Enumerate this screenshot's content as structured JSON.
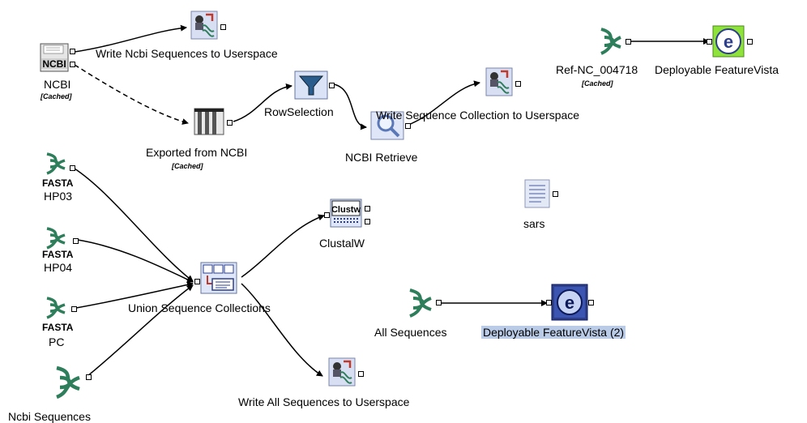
{
  "colors": {
    "wire": "#000000",
    "dna_helix": "#2e7d5b",
    "selection_highlight": "#b9cbe6",
    "featurevista_blue": "#2d3f8c",
    "featurevista_green": "#8fe23a"
  },
  "nodes": {
    "ncbi": {
      "icon": "ncbi-database-icon",
      "badge": "NCBI",
      "label": "NCBI",
      "sub": "[Cached]"
    },
    "write_ncbi": {
      "icon": "write-to-userspace-icon",
      "label": "Write Ncbi Sequences to Userspace"
    },
    "exported": {
      "icon": "table-columns-icon",
      "label": "Exported from NCBI",
      "sub": "[Cached]"
    },
    "rowselection": {
      "icon": "filter-funnel-icon",
      "label": "RowSelection"
    },
    "ncbi_retrieve": {
      "icon": "retrieve-magnifier-icon",
      "label": "NCBI Retrieve"
    },
    "write_seqcoll": {
      "icon": "write-to-userspace-icon",
      "label": "Write Sequence Collection to Userspace"
    },
    "ref_nc": {
      "icon": "dna-helix-icon",
      "label": "Ref-NC_004718",
      "sub": "[Cached]"
    },
    "fv1": {
      "icon": "featurevista-e-icon",
      "label": "Deployable FeatureVista"
    },
    "sars": {
      "icon": "document-list-icon",
      "label": "sars"
    },
    "hp03": {
      "icon": "dna-helix-icon",
      "fasta": "FASTA",
      "label": "HP03"
    },
    "hp04": {
      "icon": "dna-helix-icon",
      "fasta": "FASTA",
      "label": "HP04"
    },
    "pc": {
      "icon": "dna-helix-icon",
      "fasta": "FASTA",
      "label": "PC"
    },
    "ncbi_seqs": {
      "icon": "dna-helix-icon",
      "label": "Ncbi Sequences"
    },
    "union": {
      "icon": "union-collections-icon",
      "label": "Union Sequence Collections"
    },
    "clustalw": {
      "icon": "clustalw-icon",
      "badge": "Clustw",
      "label": "ClustalW"
    },
    "write_all": {
      "icon": "write-to-userspace-icon",
      "label": "Write All Sequences to Userspace"
    },
    "all_seqs": {
      "icon": "dna-helix-icon",
      "label": "All Sequences"
    },
    "fv2": {
      "icon": "featurevista-e-icon",
      "label": "Deployable FeatureVista (2)",
      "selected": true
    }
  }
}
